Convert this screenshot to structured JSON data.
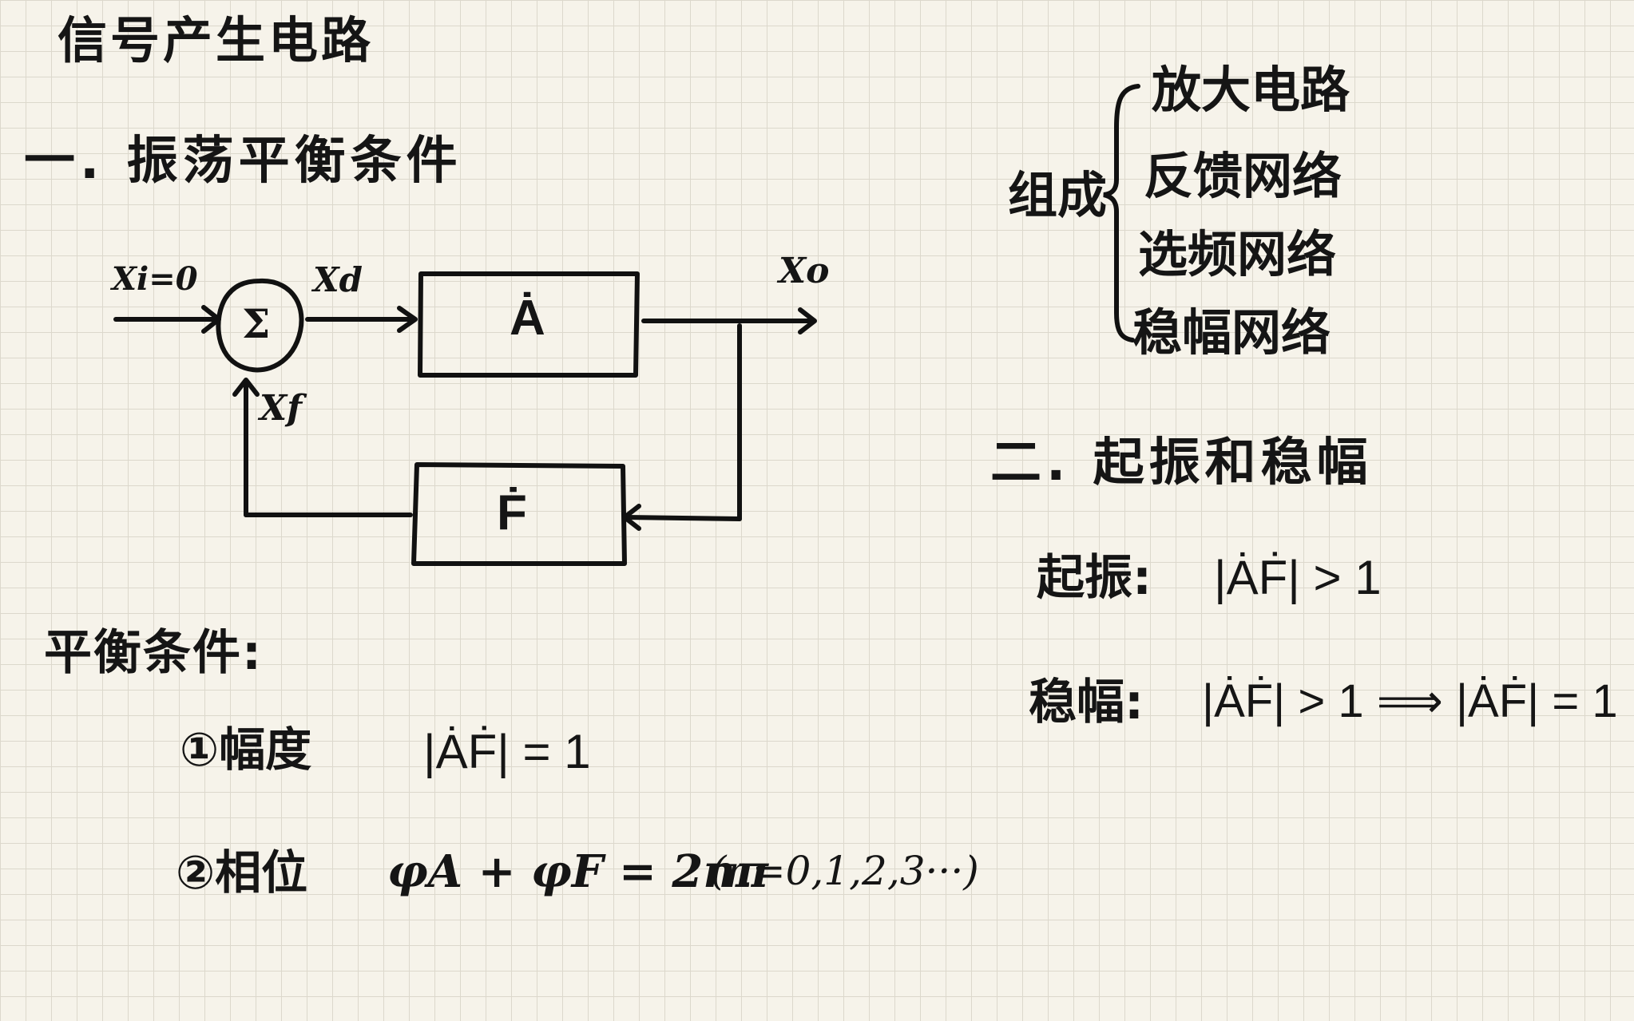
{
  "page_title": "信号产生电路",
  "section1": {
    "heading": "一. 振荡平衡条件",
    "diagram": {
      "input_label": "Xi=0",
      "sum_symbol": "Σ",
      "xd_label": "Xd",
      "a_block": "Ȧ",
      "output_label": "Xo",
      "f_block": "Ḟ",
      "xf_label": "Xf"
    },
    "balance": {
      "title": "平衡条件:",
      "amp_label": "①幅度",
      "amp_formula": "|ȦḞ| = 1",
      "phase_label": "②相位",
      "phase_formula": "φA + φF = 2nπ",
      "phase_note": "(n=0,1,2,3···)"
    }
  },
  "composition": {
    "label": "组成",
    "items": [
      "放大电路",
      "反馈网络",
      "选频网络",
      "稳幅网络"
    ]
  },
  "section2": {
    "heading": "二. 起振和稳幅",
    "start_label": "起振:",
    "start_formula": "|ȦḞ| > 1",
    "stable_label": "稳幅:",
    "stable_formula": "|ȦḞ| > 1 ⟹ |ȦḞ| = 1"
  }
}
